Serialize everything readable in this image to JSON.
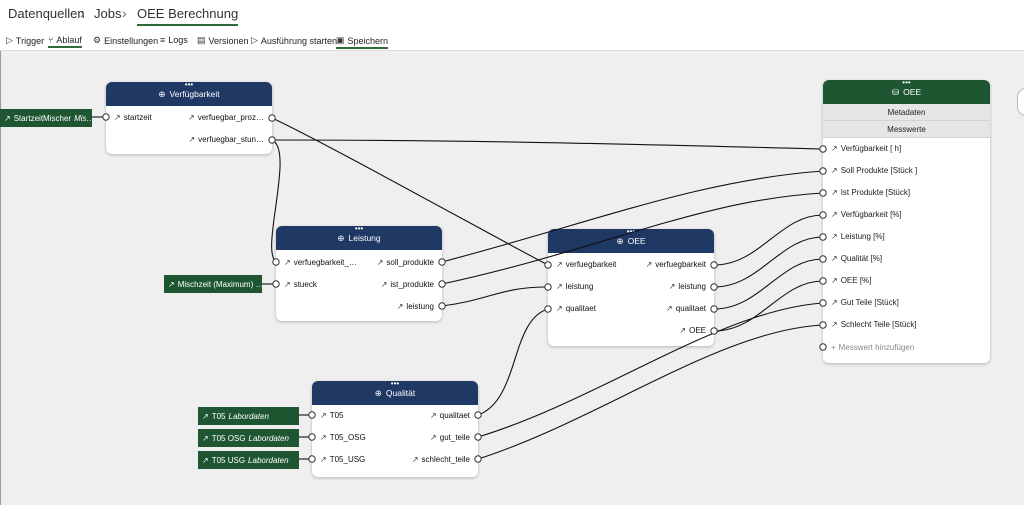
{
  "breadcrumb": {
    "item1": "Datenquellen",
    "sep": "›",
    "item2": "Jobs",
    "item3": "OEE Berechnung"
  },
  "toolbar": {
    "trigger": "Trigger",
    "ablauf": "Ablauf",
    "einstellungen": "Einstellungen",
    "logs": "Logs",
    "versionen": "Versionen",
    "ausfuehrung": "Ausführung starten",
    "speichern": "Speichern"
  },
  "sources": {
    "startzeit_a": "StartzeitMischer",
    "startzeit_b": "Mis…",
    "mischzeit": "Mischzeit (Maximum) …",
    "t05_a": "T05",
    "t05_b": "Labordaten",
    "t05osg_a": "T05 OSG",
    "t05osg_b": "Labordaten",
    "t05usg_a": "T05 USG",
    "t05usg_b": "Labordaten"
  },
  "nodes": {
    "verfuegbarkeit": {
      "title": "Verfügbarkeit",
      "in1": "startzeit",
      "out1": "verfuegbar_proz…",
      "out2": "verfuegbar_stun…"
    },
    "leistung": {
      "title": "Leistung",
      "in1": "verfuegbarkeit_…",
      "in2": "stueck",
      "out1": "soll_produkte",
      "out2": "ist_produkte",
      "out3": "leistung"
    },
    "oee": {
      "title": "OEE",
      "in1": "verfuegbarkeit",
      "in2": "leistung",
      "in3": "qualitaet",
      "out1": "verfuegbarkeit",
      "out2": "leistung",
      "out3": "qualitaet",
      "out4": "OEE"
    },
    "qualitaet": {
      "title": "Qualität",
      "in1": "T05",
      "in2": "T05_OSG",
      "in3": "T05_USG",
      "out1": "qualitaet",
      "out2": "gut_teile",
      "out3": "schlecht_teile"
    }
  },
  "oee_target": {
    "title": "OEE",
    "metadaten": "Metadaten",
    "messwerte": "Messwerte",
    "rows": [
      "Verfügbarkeit [ h]",
      "Soll Produkte [Stück ]",
      "Ist Produkte [Stück]",
      "Verfügbarkeit [%]",
      "Leistung [%]",
      "Qualität [%]",
      "OEE [%]",
      "Gut Teile [Stück]",
      "Schlecht Teile [Stück]"
    ],
    "add": "Messwert hinzufügen"
  },
  "colors": {
    "node_header": "#1f3864",
    "source": "#1e5631",
    "accent": "#2f6b3a"
  }
}
